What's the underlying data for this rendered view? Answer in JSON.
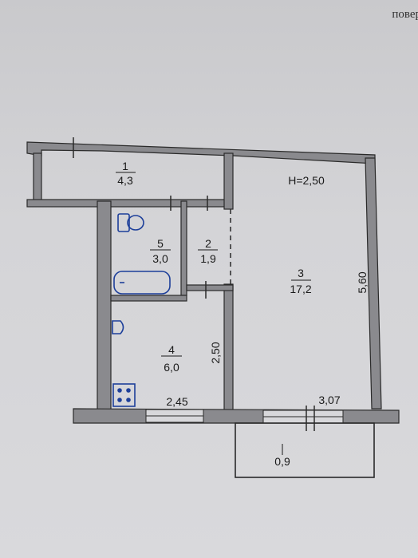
{
  "corner_text": "повер",
  "ceiling_height": "H=2,50",
  "rooms": [
    {
      "number": "1",
      "area": "4,3"
    },
    {
      "number": "2",
      "area": "1,9"
    },
    {
      "number": "3",
      "area": "17,2"
    },
    {
      "number": "4",
      "area": "6,0"
    },
    {
      "number": "5",
      "area": "3,0"
    },
    {
      "number": "I",
      "area": "0,9"
    }
  ],
  "dimensions": {
    "room3_length": "5,60",
    "room4_length": "2,50",
    "room4_width": "2,45",
    "room3_width": "3,07"
  },
  "colors": {
    "wall": "#8a8a8e",
    "line": "#2a2a2a",
    "fixture": "#1d3f9a"
  }
}
